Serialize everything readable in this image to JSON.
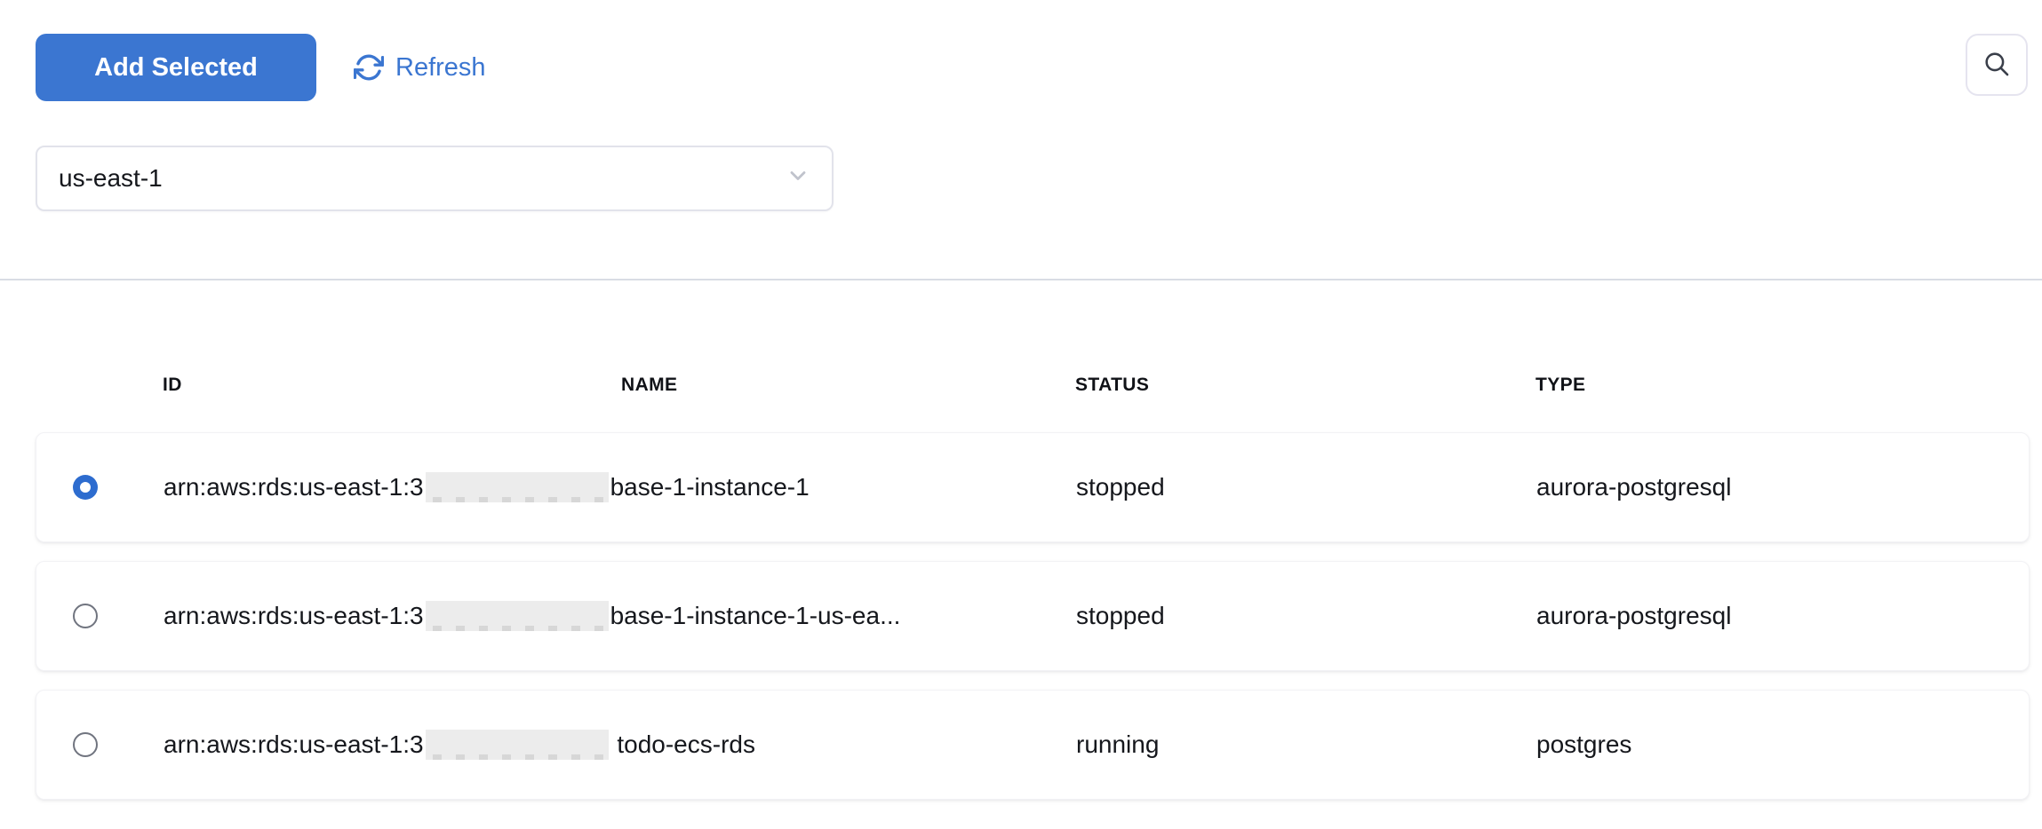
{
  "toolbar": {
    "add_selected_label": "Add Selected",
    "refresh_label": "Refresh"
  },
  "icons": {
    "refresh": "refresh-arrows",
    "search": "magnifier",
    "region_chevron": "chevron-down"
  },
  "colors": {
    "accent_blue": "#3b76d1",
    "radio_selected_blue": "#2d6ccf",
    "redaction_gray": "#ececec",
    "divider_gray": "#d9dce4"
  },
  "region_select": {
    "value": "us-east-1"
  },
  "table": {
    "columns": [
      "ID",
      "NAME",
      "STATUS",
      "TYPE"
    ],
    "rows": [
      {
        "selected": true,
        "id_prefix": "arn:aws:rds:us-east-1:3",
        "redacted": true,
        "id_suffix": "base-1-instance-1",
        "status": "stopped",
        "type": "aurora-postgresql"
      },
      {
        "selected": false,
        "id_prefix": "arn:aws:rds:us-east-1:3",
        "redacted": true,
        "id_suffix": "base-1-instance-1-us-ea...",
        "status": "stopped",
        "type": "aurora-postgresql"
      },
      {
        "selected": false,
        "id_prefix": "arn:aws:rds:us-east-1:3",
        "redacted": true,
        "id_suffix": " todo-ecs-rds",
        "status": "running",
        "type": "postgres"
      }
    ]
  }
}
